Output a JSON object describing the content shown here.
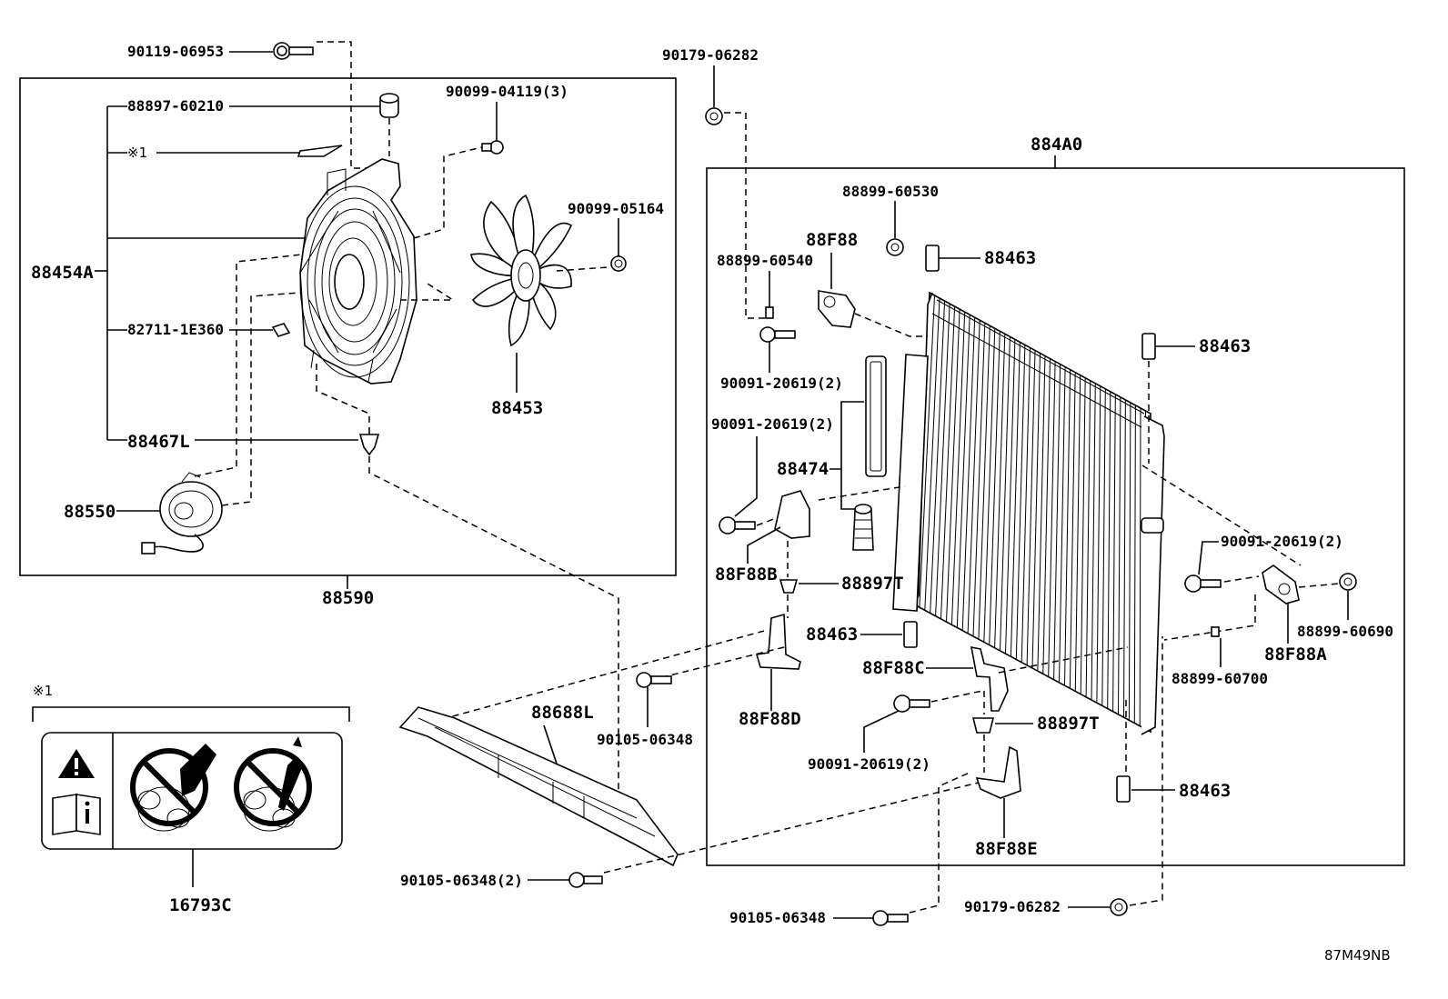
{
  "diagram_code": "87M49NB",
  "note_mark": "※1",
  "labels": {
    "p90119_06953": "90119-06953",
    "p88897_60210": "88897-60210",
    "p90099_04119": "90099-04119(3)",
    "note1": "※1",
    "p90099_05164": "90099-05164",
    "p88454A": "88454A",
    "p82711_1E360": "82711-1E360",
    "p88453": "88453",
    "p88467L": "88467L",
    "p88550": "88550",
    "p88590": "88590",
    "p90179_06282_top": "90179-06282",
    "p884A0": "884A0",
    "p88899_60530": "88899-60530",
    "p88F88": "88F88",
    "p88899_60540": "88899-60540",
    "p88463_1": "88463",
    "p88463_2": "88463",
    "p90091_20619_a": "90091-20619(2)",
    "p90091_20619_b": "90091-20619(2)",
    "p88474": "88474",
    "p88F88B": "88F88B",
    "p88897T_1": "88897T",
    "p90091_20619_c": "90091-20619(2)",
    "p88899_60690": "88899-60690",
    "p88F88A": "88F88A",
    "p88899_60700": "88899-60700",
    "p88463_3": "88463",
    "p88F88D": "88F88D",
    "p88F88C": "88F88C",
    "p90105_06348_a": "90105-06348",
    "p88688L": "88688L",
    "p90091_20619_d": "90091-20619(2)",
    "p88897T_2": "88897T",
    "p88463_4": "88463",
    "p88F88E": "88F88E",
    "p90105_06348_2": "90105-06348(2)",
    "p90105_06348_b": "90105-06348",
    "p90179_06282_bot": "90179-06282",
    "p16793C": "16793C"
  }
}
